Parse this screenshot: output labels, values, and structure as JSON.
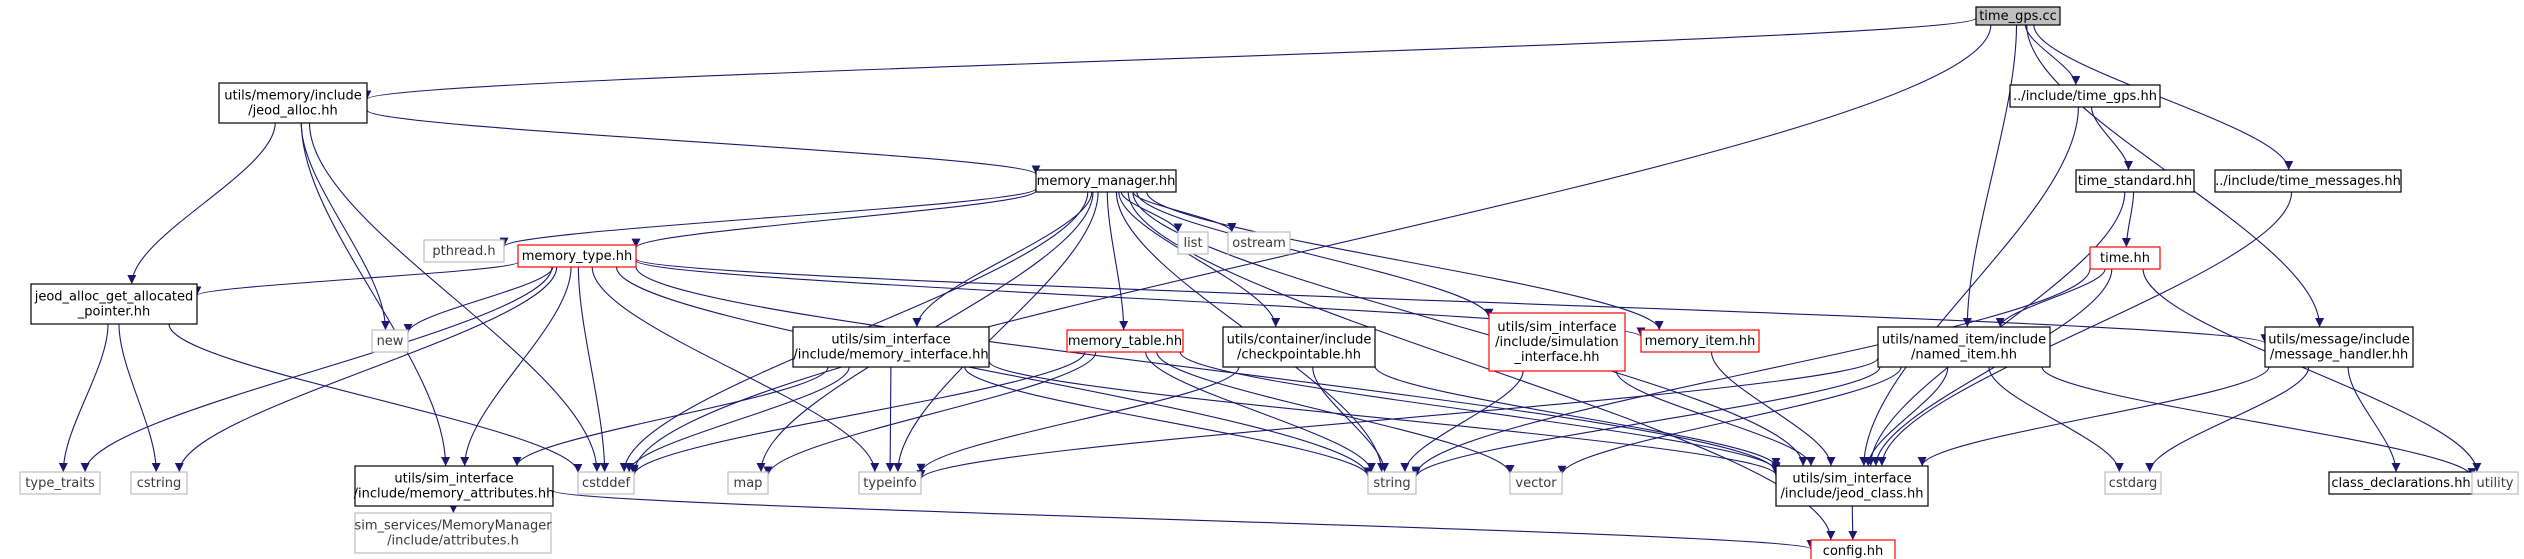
{
  "colors": {
    "edge": "#191970",
    "normal_border": "#000000",
    "warning_border": "#ff0000",
    "external_border": "#bfbfbf",
    "root_fill": "#bfbfbf",
    "node_fill": "#ffffff"
  },
  "nodes": [
    {
      "id": "time_gps_cc",
      "lines": [
        "time_gps.cc"
      ],
      "style": "root"
    },
    {
      "id": "jeod_alloc",
      "lines": [
        "utils/memory/include",
        "/jeod_alloc.hh"
      ],
      "style": "normal"
    },
    {
      "id": "inc_time_gps",
      "lines": [
        "../include/time_gps.hh"
      ],
      "style": "normal"
    },
    {
      "id": "time_standard",
      "lines": [
        "time_standard.hh"
      ],
      "style": "normal"
    },
    {
      "id": "inc_time_messages",
      "lines": [
        "../include/time_messages.hh"
      ],
      "style": "normal"
    },
    {
      "id": "memory_manager",
      "lines": [
        "memory_manager.hh"
      ],
      "style": "normal"
    },
    {
      "id": "pthread",
      "lines": [
        "pthread.h"
      ],
      "style": "external"
    },
    {
      "id": "memory_type",
      "lines": [
        "memory_type.hh"
      ],
      "style": "warning"
    },
    {
      "id": "list",
      "lines": [
        "list"
      ],
      "style": "external"
    },
    {
      "id": "ostream",
      "lines": [
        "ostream"
      ],
      "style": "external"
    },
    {
      "id": "time_hh",
      "lines": [
        "time.hh"
      ],
      "style": "warning"
    },
    {
      "id": "jeod_alloc_ptr",
      "lines": [
        "jeod_alloc_get_allocated",
        "_pointer.hh"
      ],
      "style": "normal"
    },
    {
      "id": "new",
      "lines": [
        "new"
      ],
      "style": "external"
    },
    {
      "id": "memory_interface",
      "lines": [
        "utils/sim_interface",
        "/include/memory_interface.hh"
      ],
      "style": "normal"
    },
    {
      "id": "memory_table",
      "lines": [
        "memory_table.hh"
      ],
      "style": "warning"
    },
    {
      "id": "checkpointable",
      "lines": [
        "utils/container/include",
        "/checkpointable.hh"
      ],
      "style": "normal"
    },
    {
      "id": "simulation_interface",
      "lines": [
        "utils/sim_interface",
        "/include/simulation",
        "_interface.hh"
      ],
      "style": "warning"
    },
    {
      "id": "memory_item",
      "lines": [
        "memory_item.hh"
      ],
      "style": "warning"
    },
    {
      "id": "named_item",
      "lines": [
        "utils/named_item/include",
        "/named_item.hh"
      ],
      "style": "normal"
    },
    {
      "id": "message_handler",
      "lines": [
        "utils/message/include",
        "/message_handler.hh"
      ],
      "style": "normal"
    },
    {
      "id": "type_traits",
      "lines": [
        "type_traits"
      ],
      "style": "external"
    },
    {
      "id": "cstring",
      "lines": [
        "cstring"
      ],
      "style": "external"
    },
    {
      "id": "memory_attributes",
      "lines": [
        "utils/sim_interface",
        "/include/memory_attributes.hh"
      ],
      "style": "normal"
    },
    {
      "id": "cstddef",
      "lines": [
        "cstddef"
      ],
      "style": "external"
    },
    {
      "id": "map",
      "lines": [
        "map"
      ],
      "style": "external"
    },
    {
      "id": "typeinfo",
      "lines": [
        "typeinfo"
      ],
      "style": "external"
    },
    {
      "id": "string",
      "lines": [
        "string"
      ],
      "style": "external"
    },
    {
      "id": "vector",
      "lines": [
        "vector"
      ],
      "style": "external"
    },
    {
      "id": "jeod_class",
      "lines": [
        "utils/sim_interface",
        "/include/jeod_class.hh"
      ],
      "style": "normal"
    },
    {
      "id": "cstdarg",
      "lines": [
        "cstdarg"
      ],
      "style": "external"
    },
    {
      "id": "class_declarations",
      "lines": [
        "class_declarations.hh"
      ],
      "style": "normal"
    },
    {
      "id": "utility",
      "lines": [
        "utility"
      ],
      "style": "external"
    },
    {
      "id": "sim_services_attr",
      "lines": [
        "sim_services/MemoryManager",
        "/include/attributes.h"
      ],
      "style": "external"
    },
    {
      "id": "config",
      "lines": [
        "config.hh"
      ],
      "style": "warning"
    }
  ],
  "edges": [
    [
      "time_gps_cc",
      "jeod_alloc"
    ],
    [
      "time_gps_cc",
      "cstddef"
    ],
    [
      "time_gps_cc",
      "inc_time_gps"
    ],
    [
      "time_gps_cc",
      "named_item"
    ],
    [
      "time_gps_cc",
      "inc_time_messages"
    ],
    [
      "time_gps_cc",
      "message_handler"
    ],
    [
      "jeod_alloc",
      "memory_manager"
    ],
    [
      "jeod_alloc",
      "jeod_alloc_ptr"
    ],
    [
      "jeod_alloc",
      "new"
    ],
    [
      "jeod_alloc",
      "memory_attributes"
    ],
    [
      "jeod_alloc",
      "cstddef"
    ],
    [
      "memory_manager",
      "pthread"
    ],
    [
      "memory_manager",
      "memory_type"
    ],
    [
      "memory_manager",
      "list"
    ],
    [
      "memory_manager",
      "ostream"
    ],
    [
      "memory_manager",
      "memory_interface"
    ],
    [
      "memory_manager",
      "memory_table"
    ],
    [
      "memory_manager",
      "checkpointable"
    ],
    [
      "memory_manager",
      "simulation_interface"
    ],
    [
      "memory_manager",
      "memory_item"
    ],
    [
      "memory_manager",
      "cstddef"
    ],
    [
      "memory_manager",
      "map"
    ],
    [
      "memory_manager",
      "typeinfo"
    ],
    [
      "memory_manager",
      "string"
    ],
    [
      "memory_manager",
      "jeod_class"
    ],
    [
      "memory_manager",
      "config"
    ],
    [
      "memory_type",
      "type_traits"
    ],
    [
      "memory_type",
      "jeod_alloc_ptr"
    ],
    [
      "memory_type",
      "new"
    ],
    [
      "memory_type",
      "cstring"
    ],
    [
      "memory_type",
      "memory_attributes"
    ],
    [
      "memory_type",
      "cstddef"
    ],
    [
      "memory_type",
      "typeinfo"
    ],
    [
      "memory_type",
      "string"
    ],
    [
      "memory_type",
      "jeod_class"
    ],
    [
      "memory_type",
      "memory_item"
    ],
    [
      "memory_type",
      "message_handler"
    ],
    [
      "jeod_alloc_ptr",
      "type_traits"
    ],
    [
      "jeod_alloc_ptr",
      "cstring"
    ],
    [
      "jeod_alloc_ptr",
      "cstddef"
    ],
    [
      "memory_interface",
      "memory_attributes"
    ],
    [
      "memory_interface",
      "cstddef"
    ],
    [
      "memory_interface",
      "typeinfo"
    ],
    [
      "memory_interface",
      "string"
    ],
    [
      "memory_interface",
      "jeod_class"
    ],
    [
      "memory_table",
      "cstddef"
    ],
    [
      "memory_table",
      "map"
    ],
    [
      "memory_table",
      "string"
    ],
    [
      "memory_table",
      "vector"
    ],
    [
      "memory_table",
      "jeod_class"
    ],
    [
      "checkpointable",
      "typeinfo"
    ],
    [
      "checkpointable",
      "string"
    ],
    [
      "checkpointable",
      "jeod_class"
    ],
    [
      "simulation_interface",
      "string"
    ],
    [
      "simulation_interface",
      "jeod_class"
    ],
    [
      "memory_item",
      "jeod_class"
    ],
    [
      "inc_time_gps",
      "time_standard"
    ],
    [
      "inc_time_gps",
      "jeod_class"
    ],
    [
      "time_standard",
      "time_hh"
    ],
    [
      "time_standard",
      "jeod_class"
    ],
    [
      "time_hh",
      "named_item"
    ],
    [
      "time_hh",
      "string"
    ],
    [
      "time_hh",
      "jeod_class"
    ],
    [
      "time_hh",
      "utility"
    ],
    [
      "inc_time_messages",
      "jeod_class"
    ],
    [
      "named_item",
      "typeinfo"
    ],
    [
      "named_item",
      "string"
    ],
    [
      "named_item",
      "vector"
    ],
    [
      "named_item",
      "jeod_class"
    ],
    [
      "named_item",
      "cstdarg"
    ],
    [
      "named_item",
      "utility"
    ],
    [
      "message_handler",
      "jeod_class"
    ],
    [
      "message_handler",
      "cstdarg"
    ],
    [
      "message_handler",
      "class_declarations"
    ],
    [
      "memory_attributes",
      "sim_services_attr"
    ],
    [
      "memory_attributes",
      "config"
    ],
    [
      "jeod_class",
      "config"
    ]
  ]
}
